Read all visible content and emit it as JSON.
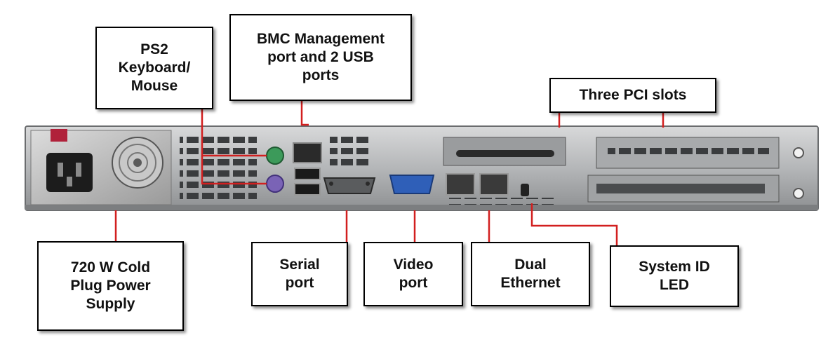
{
  "diagram": {
    "subject": "1U server rear panel",
    "colors": {
      "chassis": "#b4b6b8",
      "chassis_dark": "#4a4c4e",
      "leader_line": "#d21f1f",
      "box_border": "#000000",
      "ps2_keyboard": "#3c9a5a",
      "ps2_mouse": "#7a63b6",
      "vga": "#2f5fb8",
      "power_latch": "#b0213a"
    },
    "labels": {
      "ps2": "PS2\nKeyboard/\nMouse",
      "bmc": "BMC Management\nport and 2 USB\nports",
      "pci": "Three PCI slots",
      "power": "720 W Cold\nPlug Power\nSupply",
      "serial": "Serial\nport",
      "video": "Video\nport",
      "ethernet": "Dual\nEthernet",
      "system_id": "System ID\nLED"
    }
  }
}
